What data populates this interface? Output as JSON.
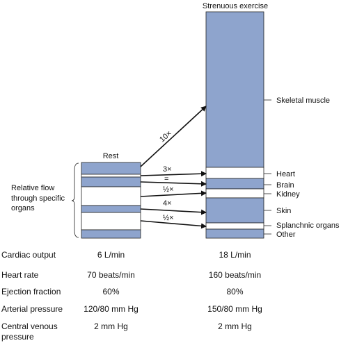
{
  "diagram": {
    "title_exercise": "Strenuous exercise",
    "title_rest": "Rest",
    "bracket_label": [
      "Relative flow",
      "through specific",
      "organs"
    ],
    "organ_labels": [
      "Skeletal muscle",
      "Heart",
      "Brain",
      "Kidney",
      "Skin",
      "Splanchnic organs",
      "Other"
    ],
    "multipliers": [
      "10×",
      "3×",
      "=",
      "½×",
      "4×",
      "½×"
    ],
    "colors": {
      "fill": "#8ea4cd",
      "outline": "#222222"
    }
  },
  "table": [
    {
      "label": "Cardiac output",
      "rest": "6 L/min",
      "exercise": "18 L/min"
    },
    {
      "label": "Heart rate",
      "rest": "70 beats/min",
      "exercise": "160 beats/min"
    },
    {
      "label": "Ejection fraction",
      "rest": "60%",
      "exercise": "80%"
    },
    {
      "label": "Arterial pressure",
      "rest": "120/80 mm Hg",
      "exercise": "150/80 mm Hg"
    },
    {
      "label": "Central venous",
      "label2": "pressure",
      "rest": "2 mm Hg",
      "exercise": "2 mm Hg"
    }
  ]
}
